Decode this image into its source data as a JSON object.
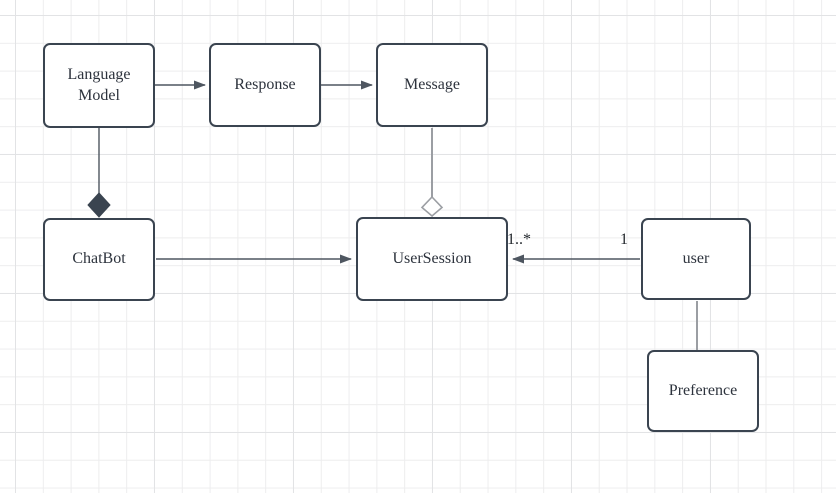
{
  "diagram": {
    "type": "uml-class-diagram",
    "nodes": {
      "language_model": {
        "label": "Language Model"
      },
      "response": {
        "label": "Response"
      },
      "message": {
        "label": "Message"
      },
      "chatbot": {
        "label": "ChatBot"
      },
      "user_session": {
        "label": "UserSession"
      },
      "user": {
        "label": "user"
      },
      "preference": {
        "label": "Preference"
      }
    },
    "edges": [
      {
        "from": "Language Model",
        "to": "Response",
        "type": "directed-arrow"
      },
      {
        "from": "Response",
        "to": "Message",
        "type": "directed-arrow"
      },
      {
        "from": "Language Model",
        "to": "ChatBot",
        "type": "composition",
        "diamond": "filled",
        "diamond_at": "ChatBot"
      },
      {
        "from": "Message",
        "to": "UserSession",
        "type": "aggregation",
        "diamond": "open",
        "diamond_at": "UserSession"
      },
      {
        "from": "ChatBot",
        "to": "UserSession",
        "type": "directed-arrow"
      },
      {
        "from": "user",
        "to": "UserSession",
        "type": "directed-arrow",
        "source_label": "1",
        "target_label": "1..*"
      },
      {
        "from": "user",
        "to": "Preference",
        "type": "plain-line"
      }
    ],
    "edge_labels": {
      "user_session_multiplicity": "1..*",
      "user_multiplicity": "1"
    },
    "colors": {
      "node_border": "#3a4450",
      "node_fill": "#ffffff",
      "edge_dark": "#4e5660",
      "edge_gray": "#9b9ea3",
      "grid_minor": "#ededee",
      "grid_major": "#e2e3e5",
      "text": "#2d333d"
    }
  }
}
